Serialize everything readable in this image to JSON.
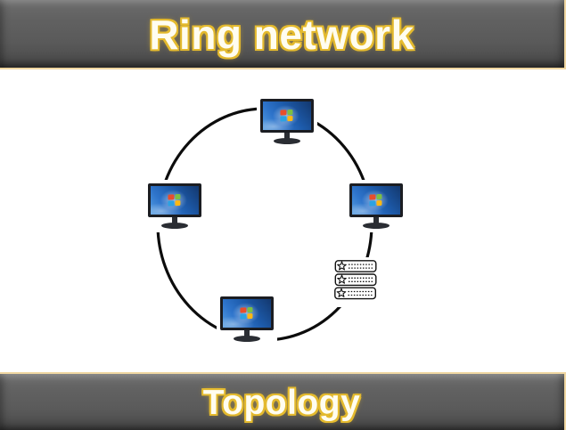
{
  "header": {
    "title": "Ring network"
  },
  "footer": {
    "title": "Topology"
  },
  "diagram": {
    "type": "ring-topology",
    "description": "Four Windows computers and one server stack connected in a ring",
    "ring": {
      "shape": "ellipse",
      "stroke_color": "#0c0c0c",
      "stroke_width": 3.2
    },
    "nodes": [
      {
        "id": "computer-top",
        "type": "computer",
        "position": "top"
      },
      {
        "id": "computer-left",
        "type": "computer",
        "position": "left"
      },
      {
        "id": "computer-right",
        "type": "computer",
        "position": "right"
      },
      {
        "id": "computer-bottom",
        "type": "computer",
        "position": "bottom"
      },
      {
        "id": "server-stack",
        "type": "server",
        "position": "bottom-right"
      }
    ]
  },
  "colors": {
    "banner_fill": "#5a5a5a",
    "banner_border": "#f0d7a2",
    "title_fill": "#fffdf0",
    "title_outline": "#e4ba2e",
    "ring": "#0c0c0c",
    "screen_blue_dark": "#13386e",
    "screen_blue_light": "#5496dd",
    "windows_red": "#e84e2b",
    "windows_green": "#7cc043",
    "windows_blue": "#2ba2e2",
    "windows_yellow": "#fdb813",
    "background": "#ffffff"
  }
}
